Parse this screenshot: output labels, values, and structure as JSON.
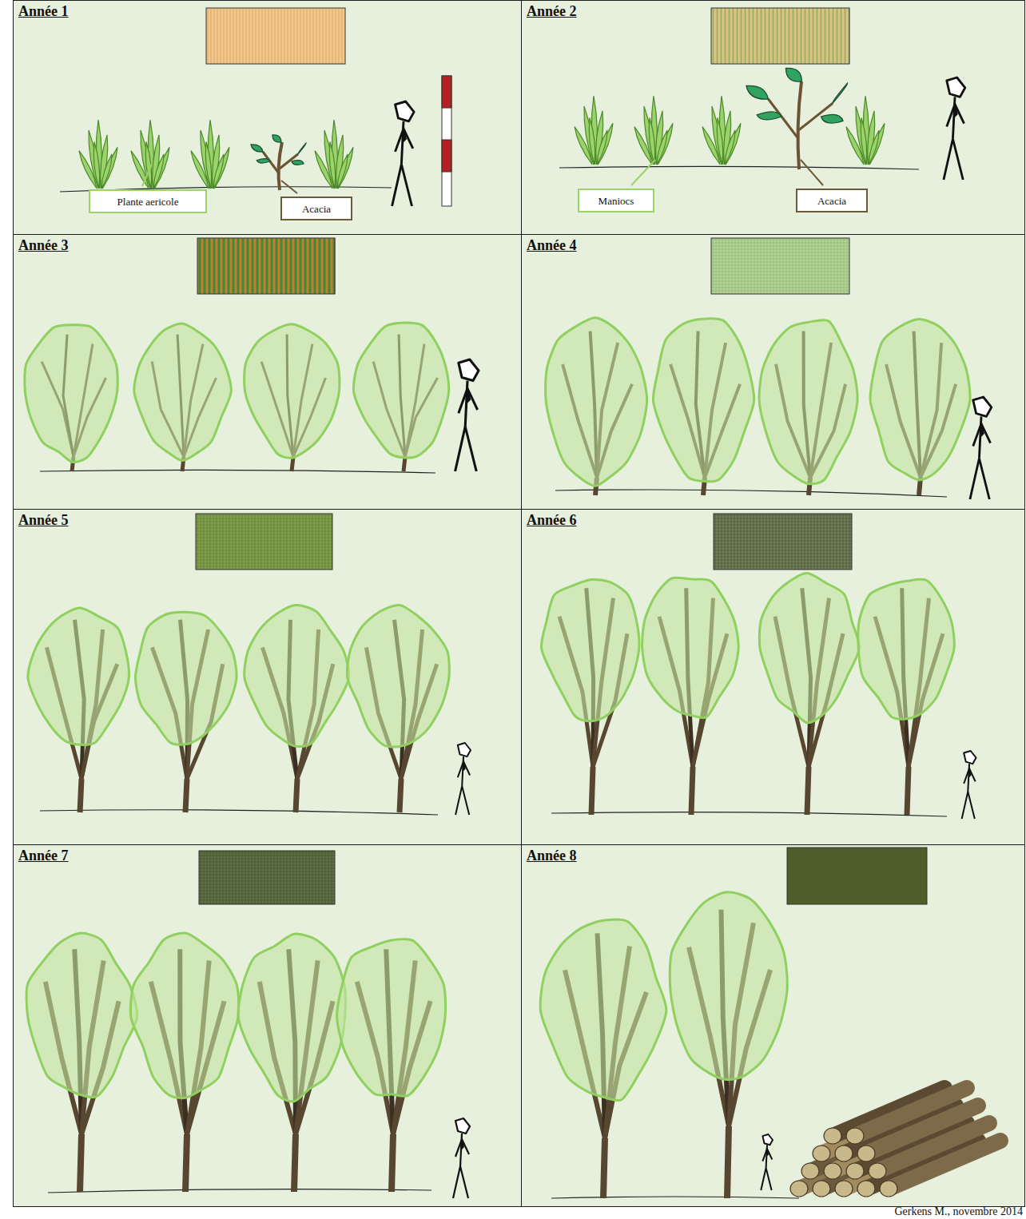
{
  "diagram": {
    "caption": "Gerkens M., novembre 2014",
    "nodes": [
      {
        "text": [
          "Année 1"
        ]
      },
      {
        "text": [
          "Plante aericole"
        ],
        "in": 0
      },
      {
        "text": [
          "Acacia"
        ],
        "in": 0
      },
      {
        "text": [
          "Année 2"
        ]
      },
      {
        "text": [
          "Maniocs"
        ],
        "in": 3
      },
      {
        "text": [
          "Acacia"
        ],
        "in": 3
      },
      {
        "text": [
          "Année 3"
        ]
      },
      {
        "text": [
          "Année 4"
        ]
      },
      {
        "text": [
          "Année 5"
        ]
      },
      {
        "text": [
          "Année 6"
        ]
      },
      {
        "text": [
          "Année 7"
        ]
      },
      {
        "text": [
          "Année 8"
        ]
      }
    ]
  }
}
